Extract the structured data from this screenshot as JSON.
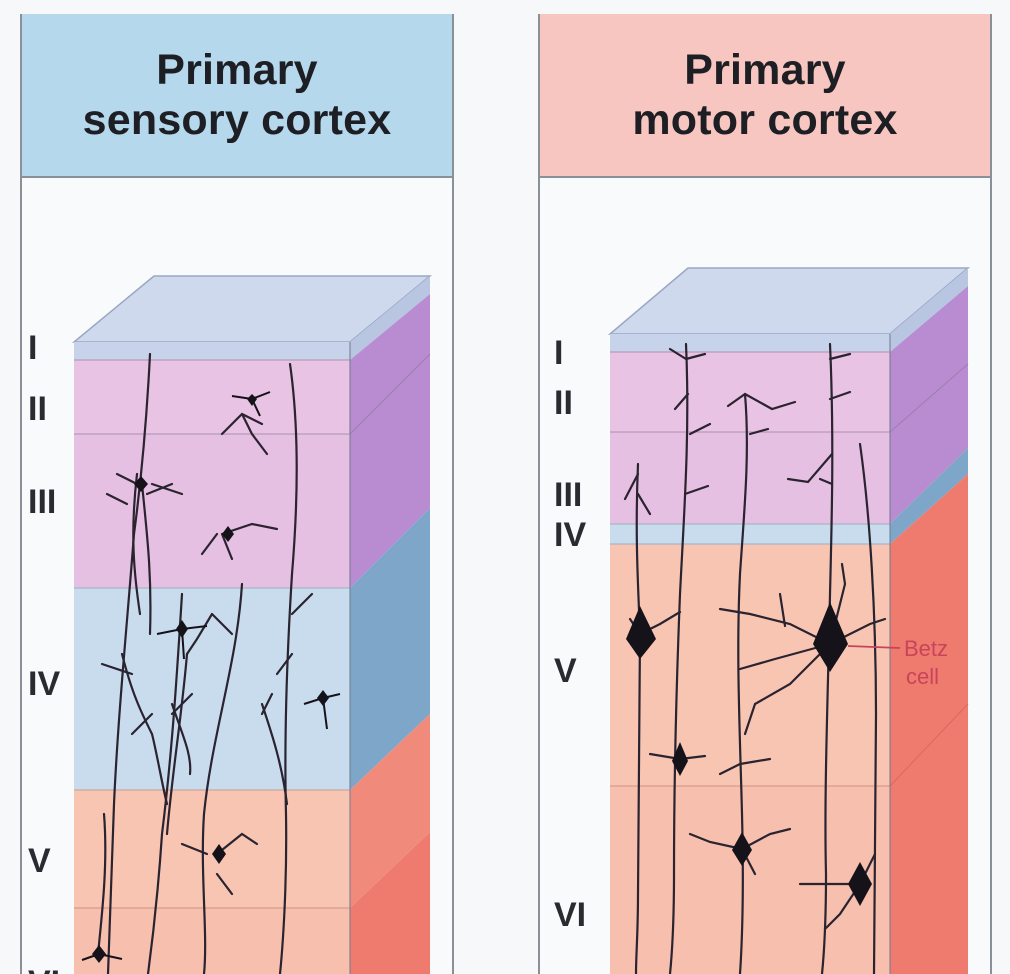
{
  "panels": {
    "left": {
      "title_line1": "Primary",
      "title_line2": "sensory cortex",
      "header_color": "#b5d8ec",
      "layers": [
        "I",
        "II",
        "III",
        "IV",
        "V",
        "VI"
      ]
    },
    "right": {
      "title_line1": "Primary",
      "title_line2": "motor cortex",
      "header_color": "#f8c6c0",
      "layers": [
        "I",
        "II",
        "III",
        "IV",
        "V",
        "VI"
      ],
      "annotation_line1": "Betz",
      "annotation_line2": "cell"
    }
  },
  "colors": {
    "layer_I": "#c7d3ea",
    "layer_II_III": "#e9c3e3",
    "layer_IV": "#c8dcee",
    "layer_V_VI": "#f7bfae",
    "side_purple": "#b98bd0",
    "side_blue": "#7ea6c9",
    "side_red": "#ef7b6f",
    "neuron": "#1a1a1f"
  }
}
